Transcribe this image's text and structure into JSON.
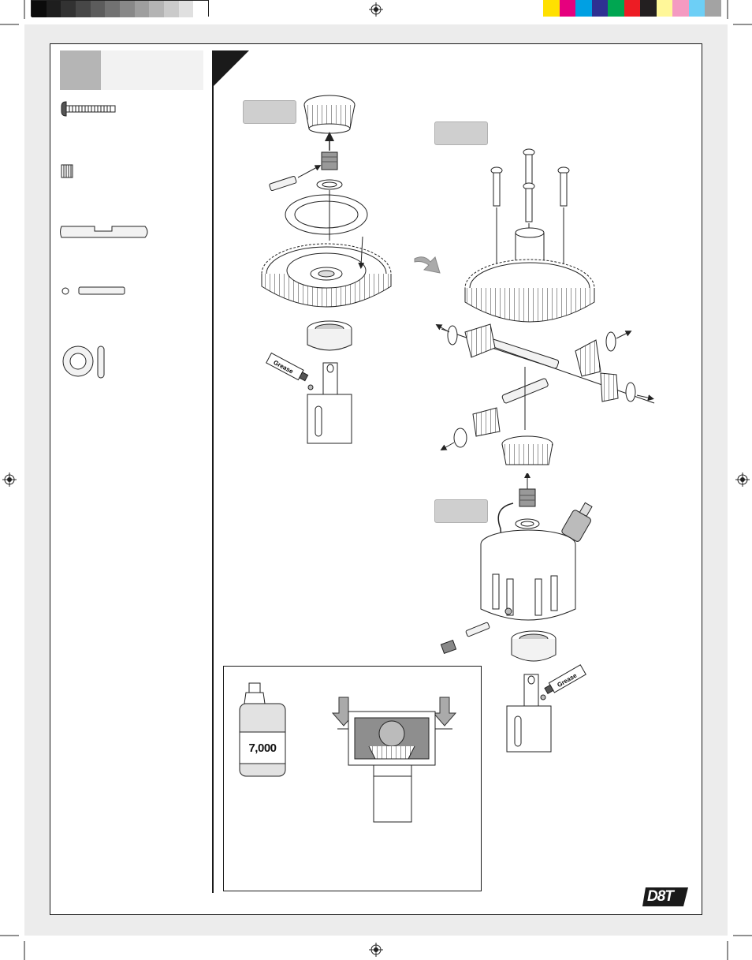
{
  "colors": {
    "grayscale_bar": [
      "#0b0b0b",
      "#1e1e1e",
      "#323232",
      "#474747",
      "#5c5c5c",
      "#727272",
      "#888888",
      "#9e9e9e",
      "#b4b4b4",
      "#cacaca",
      "#e0e0e0",
      "#ffffff"
    ],
    "process_bar": [
      "#ffe000",
      "#e6007e",
      "#00a0e3",
      "#2e3192",
      "#00a651",
      "#ed1c24",
      "#231f20",
      "#fff799",
      "#f49ac1",
      "#6dcff6",
      "#a3a3a3"
    ],
    "accent_gray": "#b5b5b5",
    "panel_bg": "#ececec"
  },
  "labels": {
    "grease_tube_1": "Grease",
    "grease_tube_2": "Grease",
    "oil_bottle": "7,000",
    "logo": "D8T"
  }
}
